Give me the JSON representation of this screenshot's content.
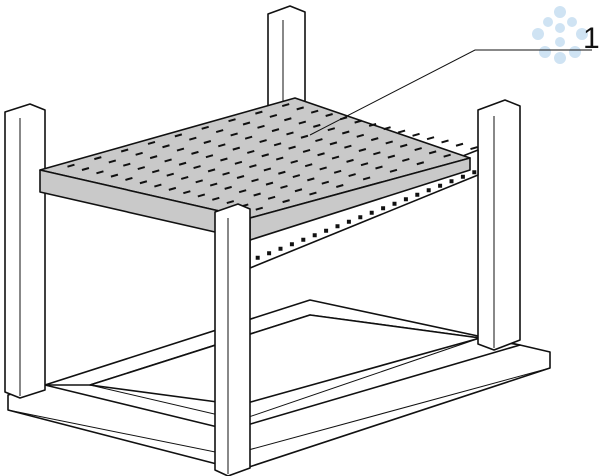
{
  "figure": {
    "callouts": [
      {
        "label": "1",
        "target": "shelf"
      }
    ],
    "watermark_logo": "brand-dots-logo",
    "colors": {
      "line": "#111111",
      "shelf": "#c9c9c9",
      "logo": "#cfe3f3"
    }
  }
}
